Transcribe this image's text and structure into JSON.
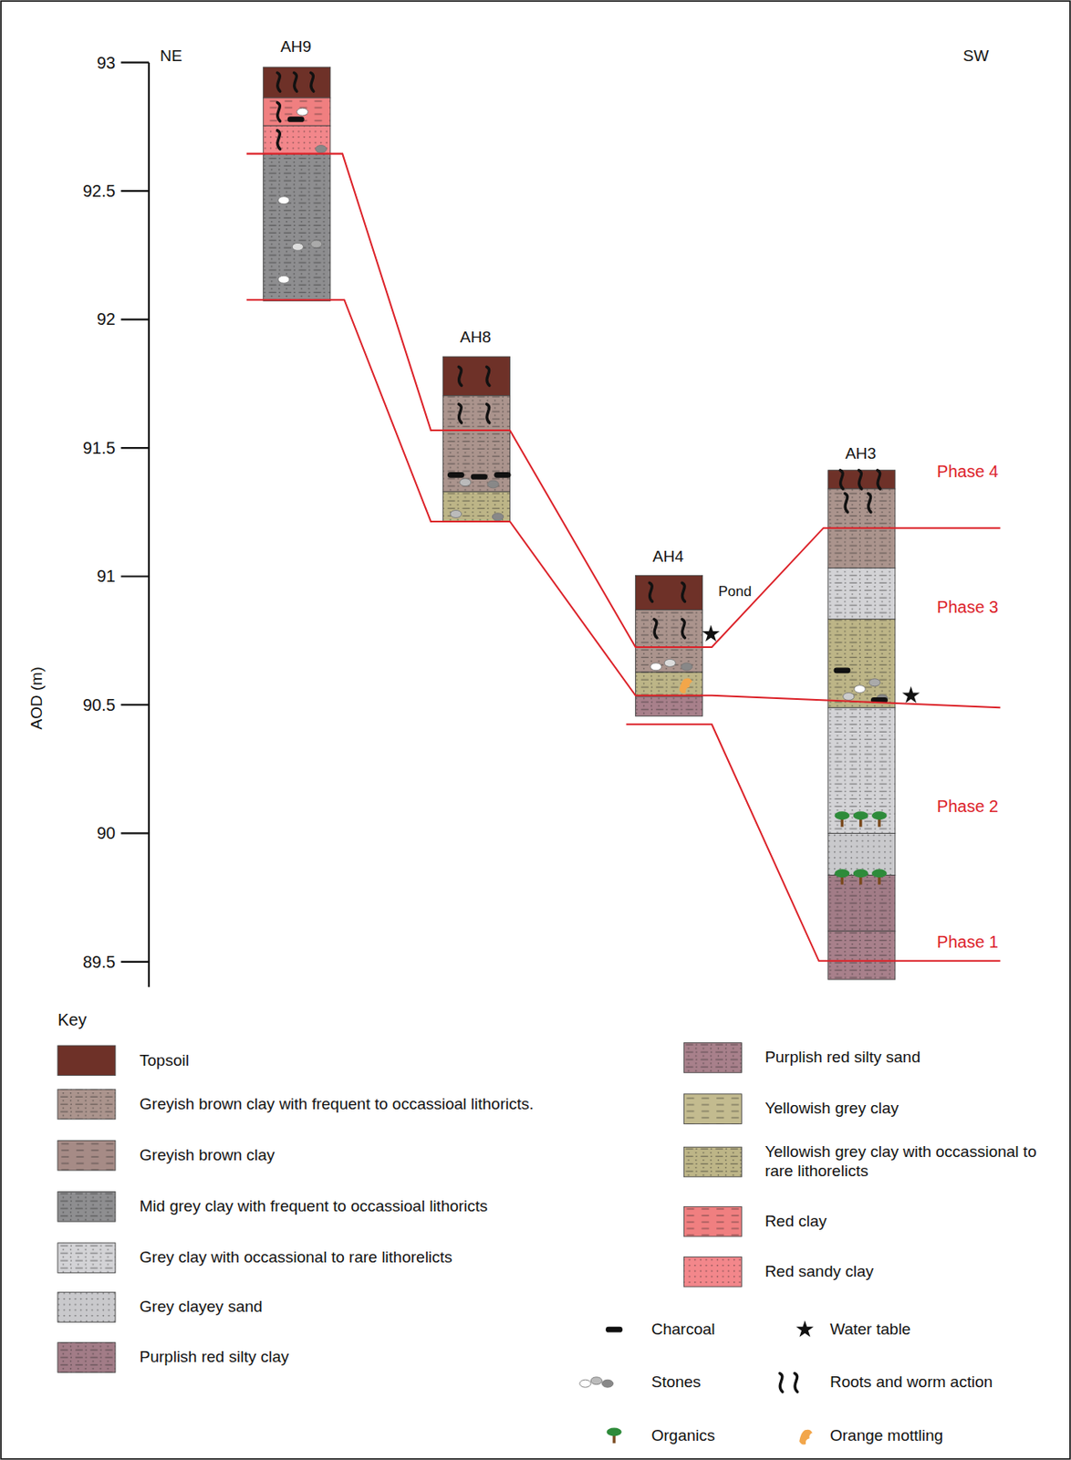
{
  "diagram": {
    "labels": [
      "93",
      "92.5",
      "92",
      "91.5",
      "91",
      "90.5",
      "90",
      "89.5",
      "AOD (m)",
      "NE",
      "SW",
      "AH9",
      "AH8",
      "AH4",
      "AH3",
      "Pond",
      "Phase 4",
      "Phase 3",
      "Phase 2",
      "Phase 1",
      "Key"
    ],
    "legend": [
      {
        "text": "Topsoil",
        "color": "#6e3128"
      },
      {
        "text": "Greyish brown clay with frequent to occassioal lithoricts.",
        "color": "#ab948d"
      },
      {
        "text": "Greyish brown clay",
        "color": "#a68b86"
      },
      {
        "text": "Mid grey clay with frequent to occassioal lithoricts",
        "color": "#8e8e90"
      },
      {
        "text": "Grey clay with occassional to rare lithorelicts",
        "color": "#d3d3d6"
      },
      {
        "text": "Grey clayey sand",
        "color": "#c9c9cc"
      },
      {
        "text": "Purplish red silty clay",
        "color": "#a27c87"
      },
      {
        "text": "Purplish red silty sand",
        "color": "#a8808b"
      },
      {
        "text": "Yellowish grey clay",
        "color": "#c3bb8f"
      },
      {
        "text": "Yellowish grey clay with occassional to rare lithorelicts",
        "color": "#bdb587"
      },
      {
        "text": "Red clay",
        "color": "#f07f80"
      },
      {
        "text": "Red sandy clay",
        "color": "#f3878b"
      },
      {
        "text": "Charcoal"
      },
      {
        "text": "Water table"
      },
      {
        "text": "Stones"
      },
      {
        "text": "Roots and worm action"
      },
      {
        "text": "Organics"
      },
      {
        "text": "Orange mottling"
      }
    ]
  }
}
